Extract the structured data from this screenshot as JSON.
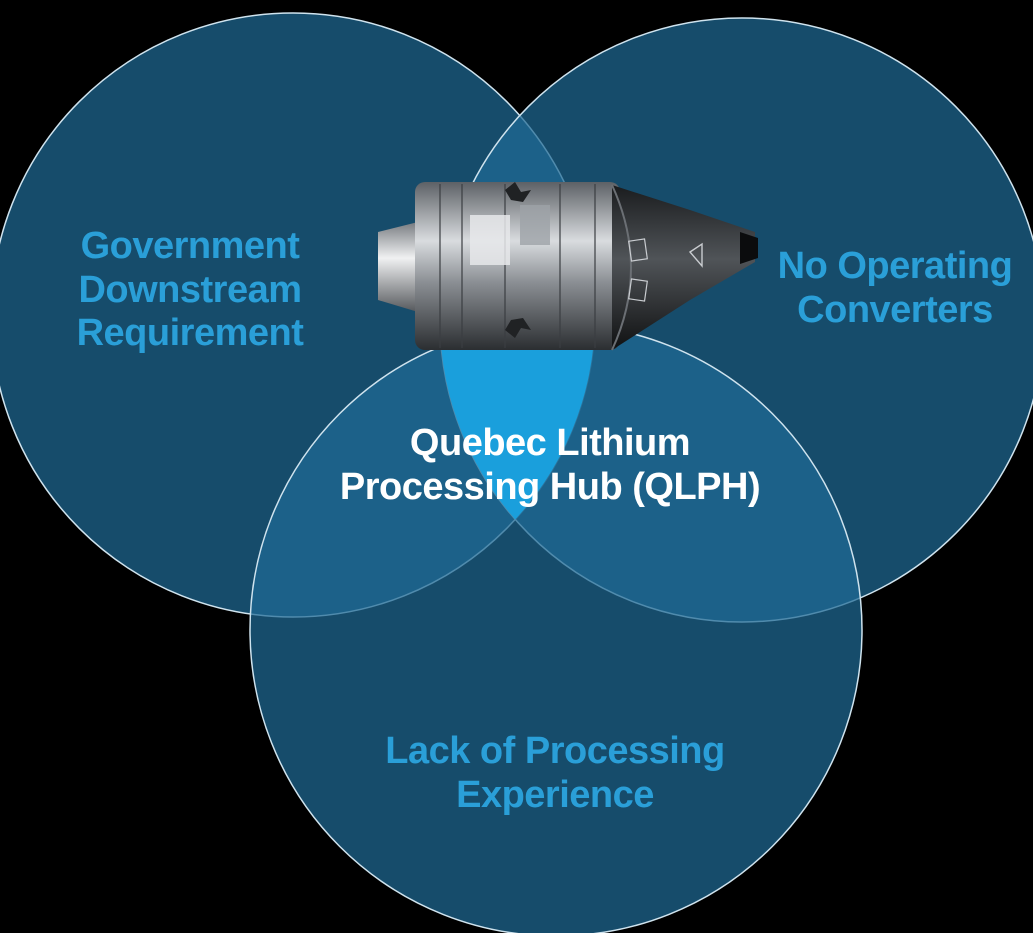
{
  "diagram": {
    "type": "venn",
    "colors": {
      "background": "#000000",
      "circle_fill": "#1f6a94",
      "circle_stroke": "#cfe3ee",
      "intersection_highlight": "#1a9fdc",
      "outer_label": "#2a9fd8",
      "center_label": "#ffffff"
    },
    "sets": [
      {
        "id": "left",
        "label": "Government\nDownstream\nRequirement"
      },
      {
        "id": "right",
        "label": "No Operating\nConverters"
      },
      {
        "id": "bottom",
        "label": "Lack of Processing\nExperience"
      }
    ],
    "center": {
      "label": "Quebec Lithium\nProcessing Hub (QLPH)"
    },
    "image": {
      "subject": "spacecraft-illustration"
    }
  }
}
